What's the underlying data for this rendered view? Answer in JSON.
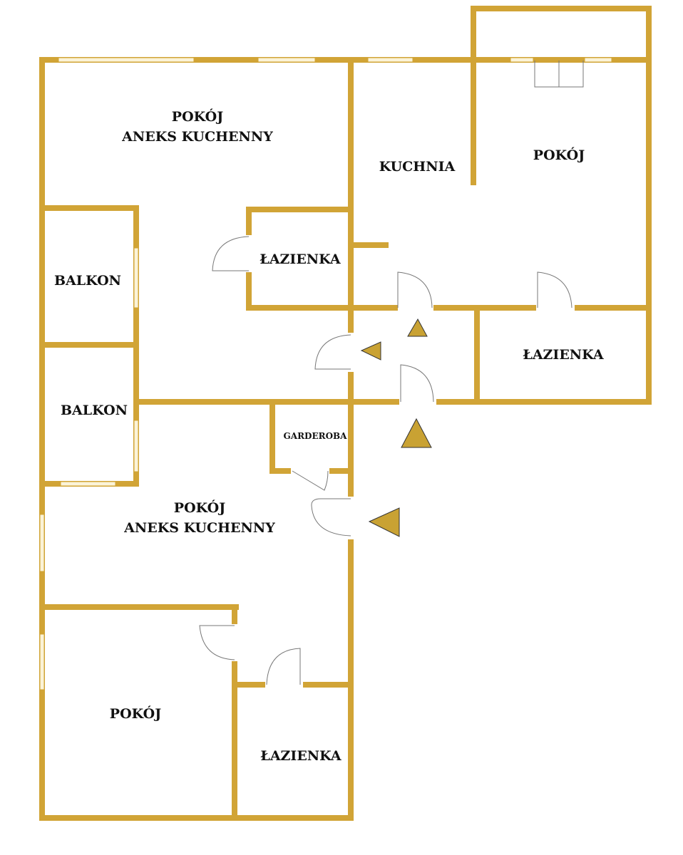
{
  "colors": {
    "wall": "#D1A436",
    "entrance_arrow": "#C9A233",
    "background": "#FFFFFF"
  },
  "rooms": {
    "upper_living": {
      "line1": "POKÓJ",
      "line2": "ANEKS KUCHENNY"
    },
    "upper_bathroom": "ŁAZIENKA",
    "balcony_1": "BALKON",
    "balcony_2": "BALKON",
    "kitchen": "KUCHNIA",
    "right_room": "POKÓJ",
    "right_bathroom": "ŁAZIENKA",
    "wardrobe": "GARDEROBA",
    "lower_living": {
      "line1": "POKÓJ",
      "line2": "ANEKS KUCHENNY"
    },
    "lower_room": "POKÓJ",
    "lower_bathroom": "ŁAZIENKA"
  },
  "icons": [
    "entrance-arrow-icon",
    "door-icon",
    "window-icon"
  ]
}
